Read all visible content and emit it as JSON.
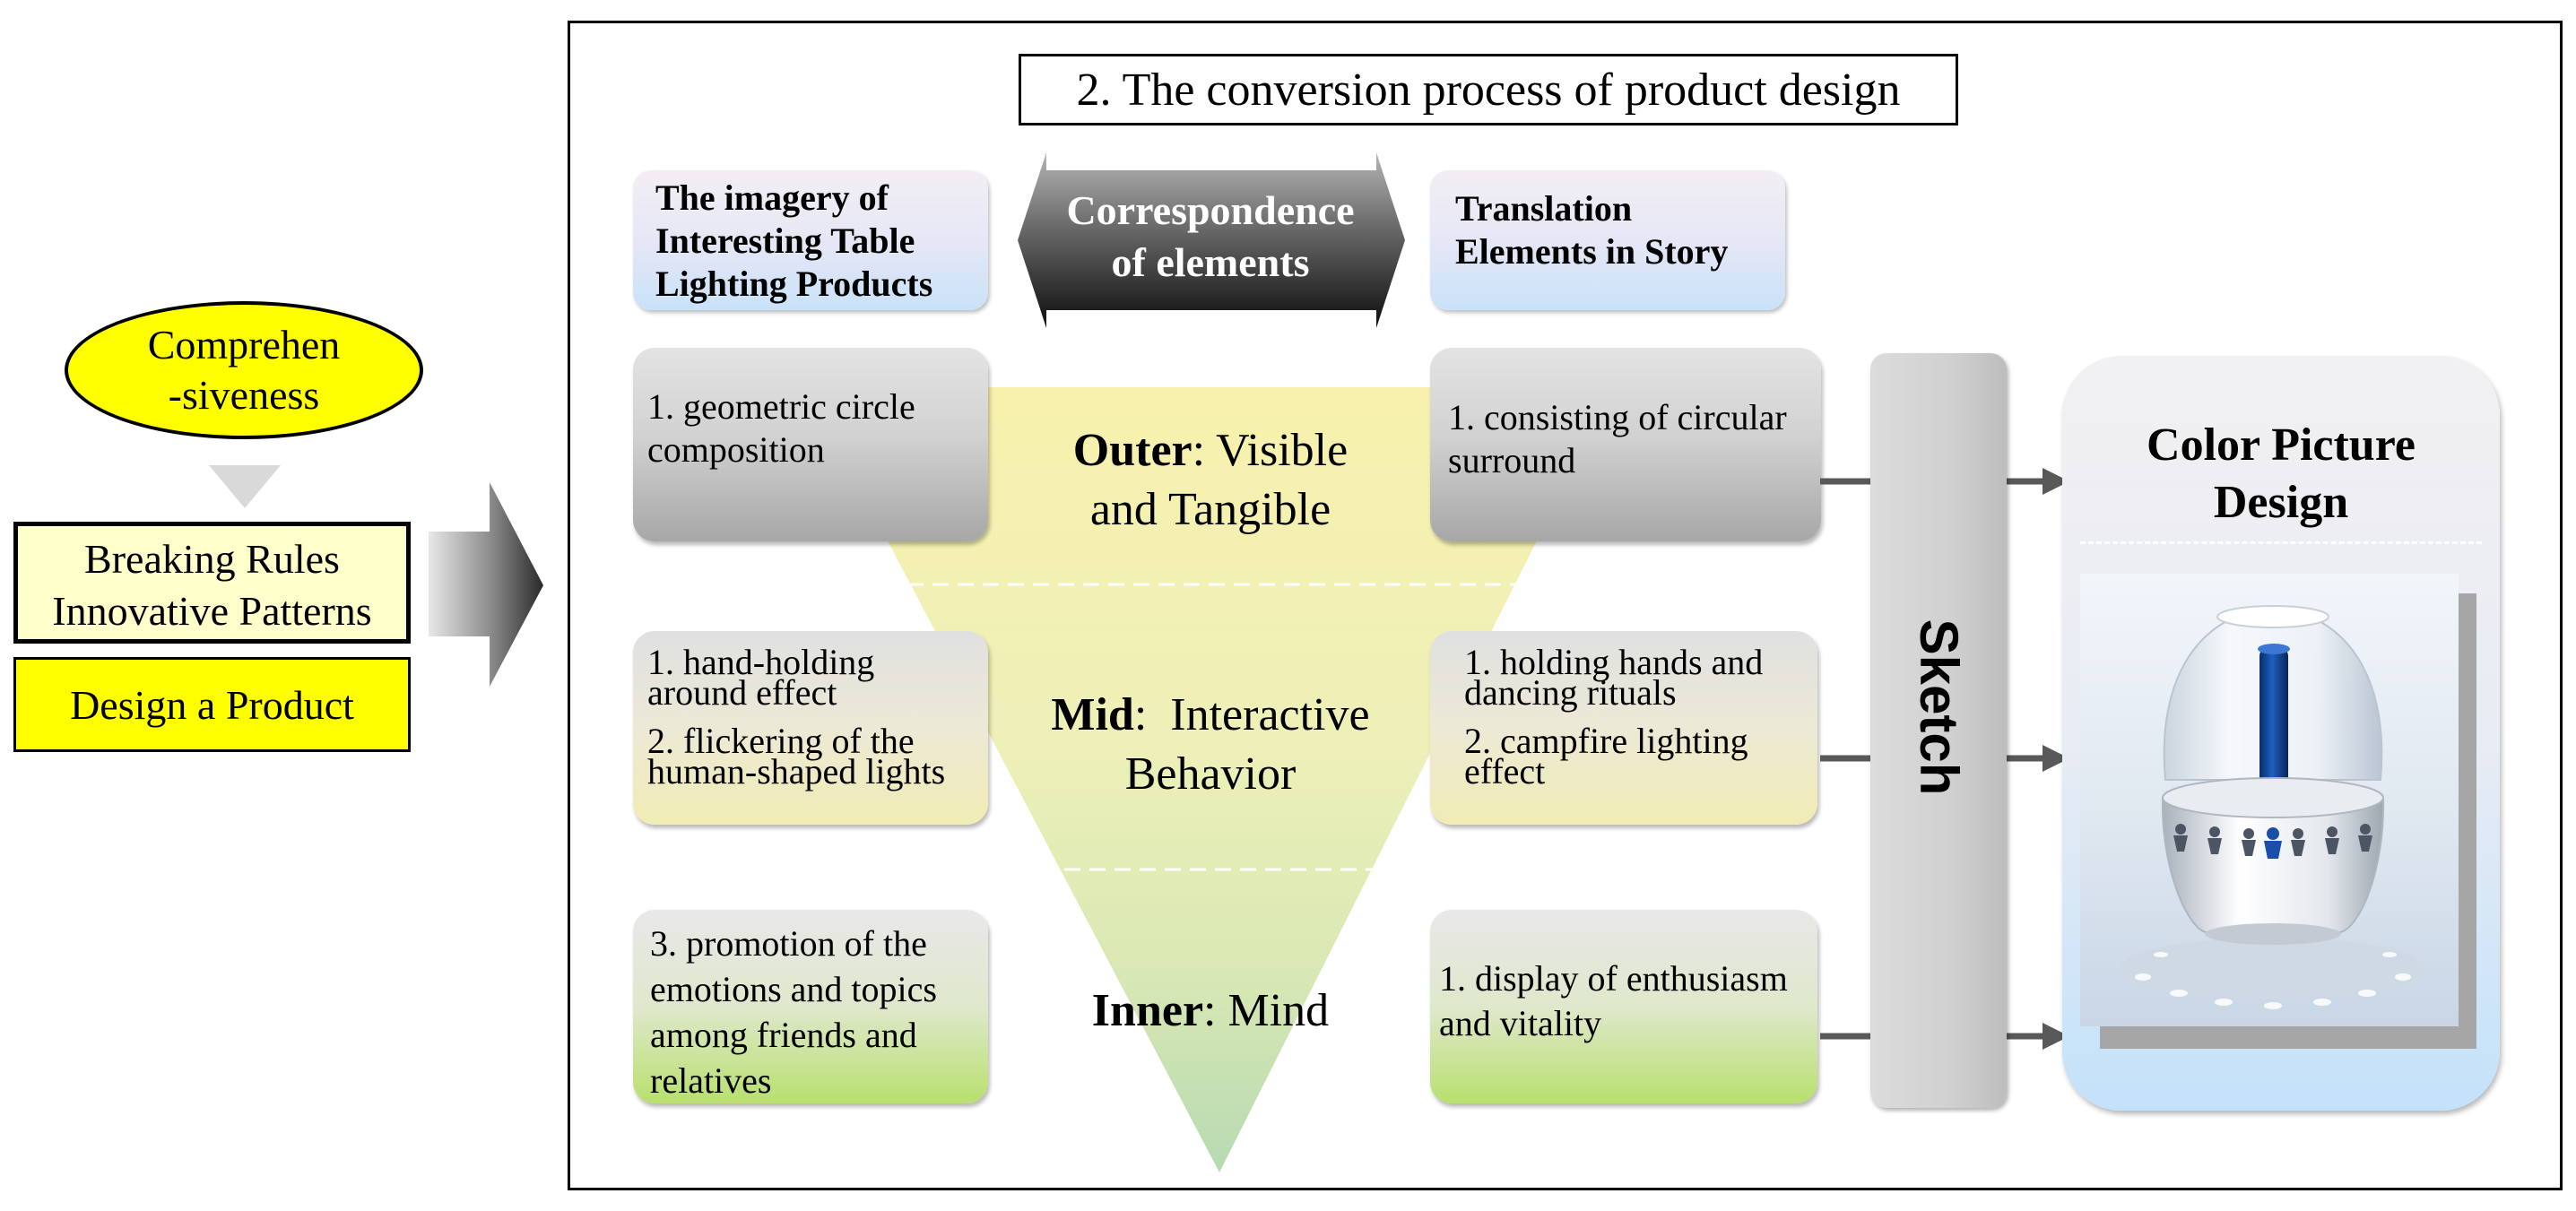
{
  "left": {
    "ellipse_lines": [
      "Comprehen",
      "-siveness"
    ],
    "rules_box_lines": [
      "Breaking Rules",
      "Innovative Patterns"
    ],
    "design_box": "Design a Product"
  },
  "title": "2. The conversion process of product design",
  "headers": {
    "left_lines": [
      "The imagery  of",
      "Interesting Table",
      "Lighting Products"
    ],
    "middle_lines": [
      "Correspondence",
      "of elements"
    ],
    "right_lines": [
      "Translation",
      "Elements in Story"
    ]
  },
  "layers": {
    "outer": {
      "bold": "Outer",
      "rest": ": Visible",
      "line2": "and Tangible"
    },
    "mid": {
      "bold": "Mid",
      "rest": ":  Interactive",
      "line2": "Behavior"
    },
    "inner": {
      "bold": "Inner",
      "rest": ": Mind"
    }
  },
  "cards": {
    "left_outer": [
      "1. geometric circle",
      "composition"
    ],
    "right_outer": [
      "1. consisting of circular",
      "surround"
    ],
    "left_mid_1": [
      "1. hand-holding",
      "around effect"
    ],
    "left_mid_2": [
      "2. flickering of the",
      "human-shaped lights"
    ],
    "right_mid_1": [
      "1. holding hands and",
      "dancing rituals"
    ],
    "right_mid_2": [
      "2. campfire lighting",
      "effect"
    ],
    "left_inner": [
      "3. promotion of the",
      "emotions and topics",
      "among friends and",
      "relatives"
    ],
    "right_inner": [
      "1. display of enthusiasm",
      "and vitality"
    ]
  },
  "sketch_label": "Sketch",
  "color_panel": {
    "title_lines": [
      "Color Picture",
      "Design"
    ]
  },
  "colors": {
    "yellow": "#ffff00",
    "light_yellow": "#ffffcc",
    "triangle_top": "#f8f1ad",
    "triangle_bottom": "#b7dab2",
    "lamp_blue": "#0d3f8f"
  }
}
